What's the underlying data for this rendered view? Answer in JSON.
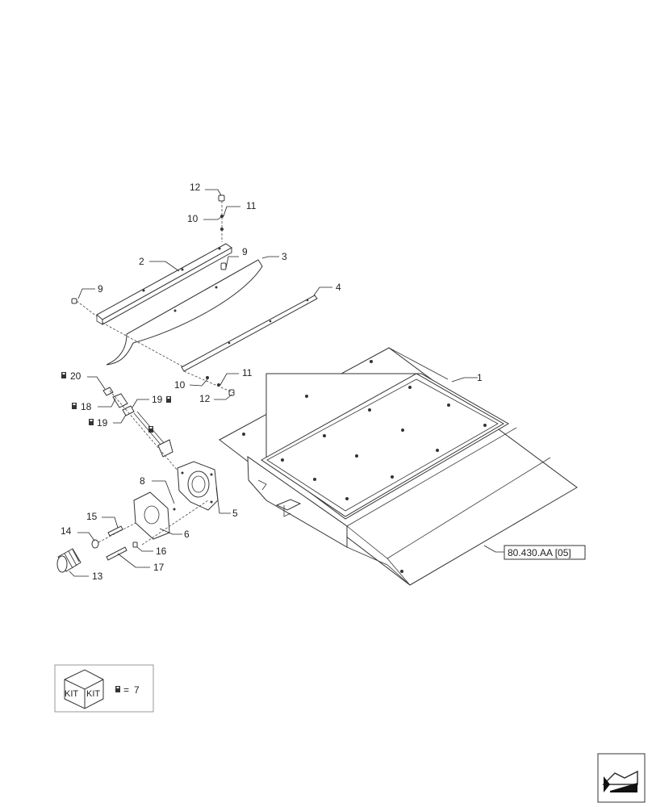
{
  "callouts": {
    "c1": "1",
    "c2": "2",
    "c3": "3",
    "c4": "4",
    "c5": "5",
    "c6": "6",
    "c7": "7",
    "c8": "8",
    "c9a": "9",
    "c9b": "9",
    "c10a": "10",
    "c10b": "10",
    "c11a": "11",
    "c11b": "11",
    "c12a": "12",
    "c12b": "12",
    "c13": "13",
    "c14": "14",
    "c15": "15",
    "c16": "16",
    "c17": "17",
    "c18": "18",
    "c19a": "19",
    "c19b": "19",
    "c20": "20"
  },
  "reference": "80.430.AA [05]",
  "kit": {
    "label_left": "KIT",
    "label_right": "KIT",
    "equals": "=",
    "item": "7"
  },
  "icons": {
    "kit_marker": "kit-marker-icon",
    "nav": "next-page-icon"
  },
  "colors": {
    "line": "#333333",
    "background": "#ffffff"
  }
}
